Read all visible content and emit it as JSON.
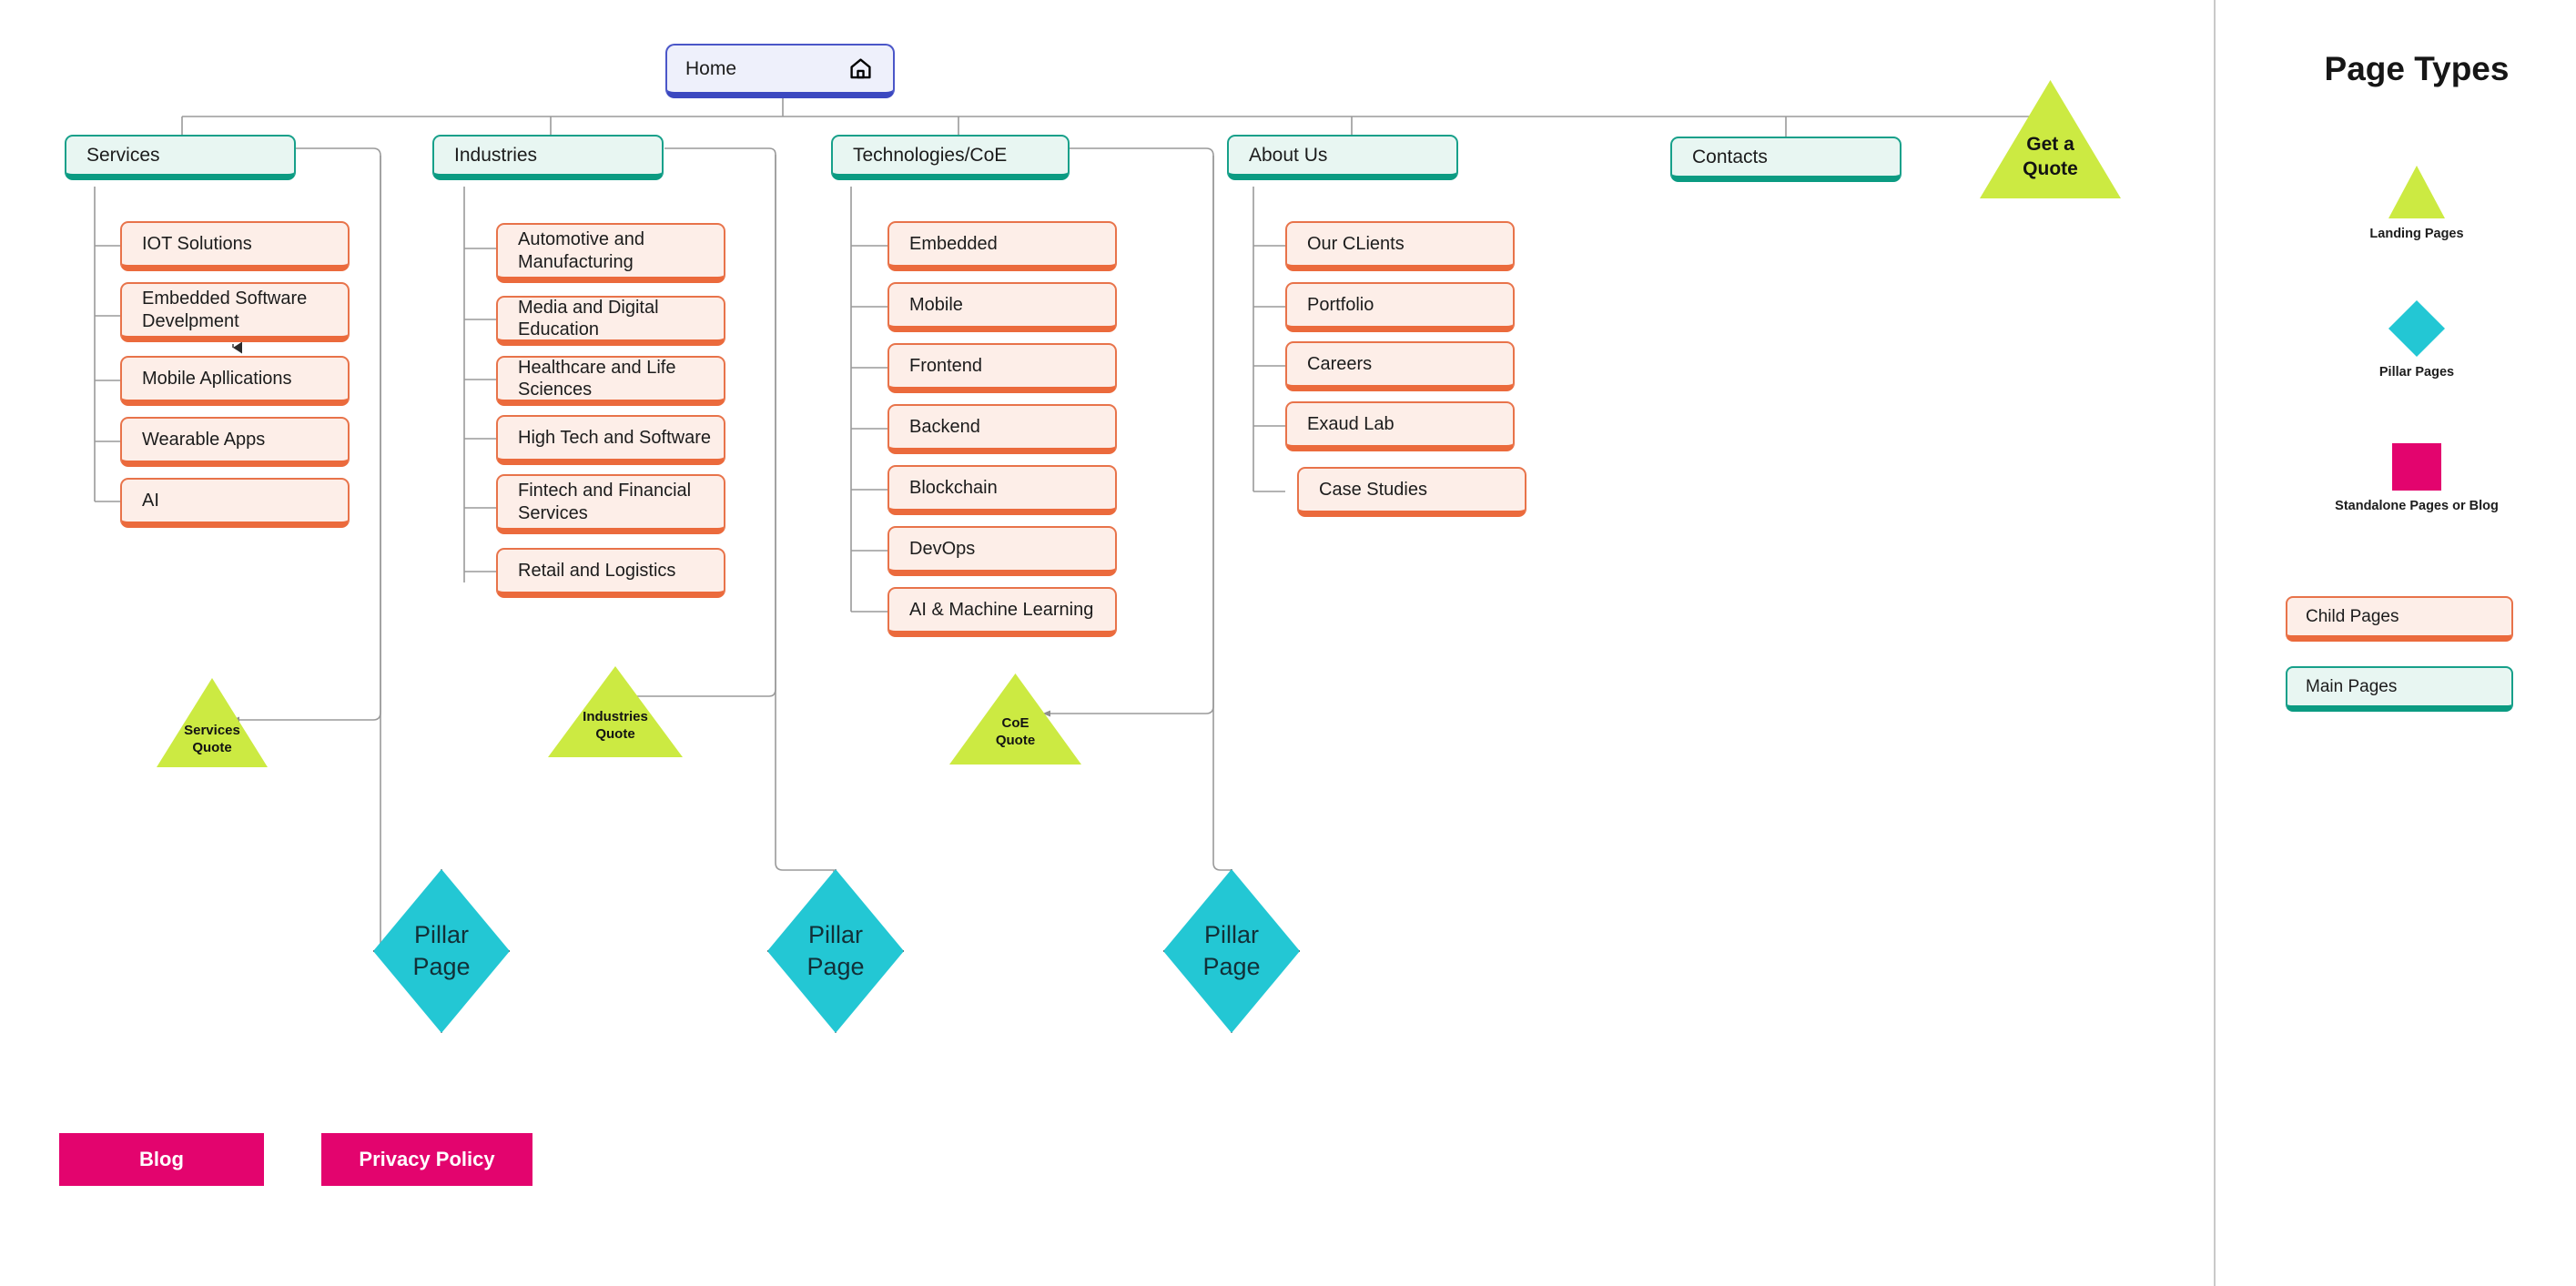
{
  "diagram": {
    "root": {
      "label": "Home",
      "icon": "home-icon"
    },
    "main_nodes": [
      {
        "label": "Services"
      },
      {
        "label": "Industries"
      },
      {
        "label": "Technologies/CoE"
      },
      {
        "label": "About Us"
      },
      {
        "label": "Contacts"
      }
    ],
    "children": {
      "services": [
        "IOT Solutions",
        "Embedded Software Develpment",
        "Mobile Apllications",
        "Wearable Apps",
        "AI"
      ],
      "industries": [
        "Automotive and Manufacturing",
        "Media and Digital Education",
        "Healthcare and Life Sciences",
        "High Tech and Software",
        "Fintech and Financial Services",
        "Retail and Logistics"
      ],
      "technologies": [
        "Embedded",
        "Mobile",
        "Frontend",
        "Backend",
        "Blockchain",
        "DevOps",
        "AI & Machine Learning"
      ],
      "about_us": [
        "Our CLients",
        "Portfolio",
        "Careers",
        "Exaud Lab",
        "Case Studies"
      ]
    },
    "landing_pages": [
      {
        "label": "Get a\nQuote",
        "line1": "Get a",
        "line2": "Quote"
      },
      {
        "label": "Services Quote",
        "line1": "Services",
        "line2": "Quote"
      },
      {
        "label": "Industries Quote",
        "line1": "Industries",
        "line2": "Quote"
      },
      {
        "label": "CoE Quote",
        "line1": "CoE",
        "line2": "Quote"
      }
    ],
    "pillar_pages": [
      {
        "line1": "Pillar",
        "line2": "Page"
      },
      {
        "line1": "Pillar",
        "line2": "Page"
      },
      {
        "line1": "Pillar",
        "line2": "Page"
      }
    ],
    "standalone_pages": [
      {
        "label": "Blog"
      },
      {
        "label": "Privacy Policy"
      }
    ]
  },
  "legend": {
    "title": "Page Types",
    "items": [
      {
        "shape": "triangle-icon",
        "label": "Landing Pages"
      },
      {
        "shape": "diamond-icon",
        "label": "Pillar Pages"
      },
      {
        "shape": "square-icon",
        "label": "Standalone Pages or Blog"
      }
    ],
    "boxes": [
      {
        "label": "Child Pages",
        "style": "child"
      },
      {
        "label": "Main Pages",
        "style": "main"
      }
    ]
  },
  "colors": {
    "root_border": "#3b48c0",
    "root_fill": "#eef0fb",
    "main_border": "#0b9b82",
    "main_fill": "#e8f6f2",
    "child_border": "#eb6a3c",
    "child_fill": "#fdeee8",
    "landing": "#ccea42",
    "pillar": "#23c7d4",
    "standalone": "#e3046e",
    "connector": "#9a9a9a"
  }
}
